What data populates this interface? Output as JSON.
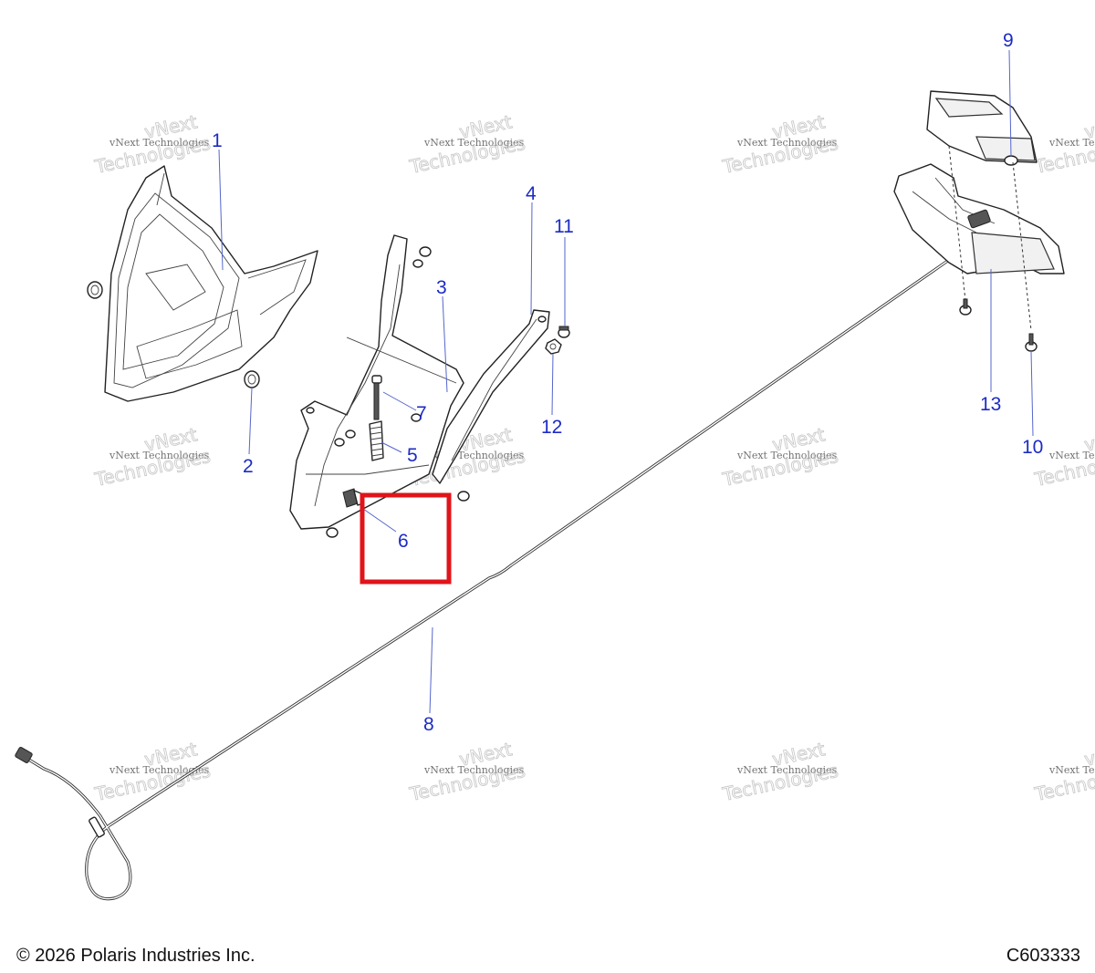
{
  "copyright": "© 2026 Polaris Industries Inc.",
  "diagram_code": "C603333",
  "watermark": {
    "line1": "vNext Technologies",
    "line2": "vNext",
    "line3": "Technologies"
  },
  "callouts": [
    {
      "id": "1",
      "label": "1"
    },
    {
      "id": "2",
      "label": "2"
    },
    {
      "id": "3",
      "label": "3"
    },
    {
      "id": "4",
      "label": "4"
    },
    {
      "id": "5",
      "label": "5"
    },
    {
      "id": "6",
      "label": "6"
    },
    {
      "id": "7",
      "label": "7"
    },
    {
      "id": "8",
      "label": "8"
    },
    {
      "id": "9",
      "label": "9"
    },
    {
      "id": "10",
      "label": "10"
    },
    {
      "id": "11",
      "label": "11"
    },
    {
      "id": "12",
      "label": "12"
    },
    {
      "id": "13",
      "label": "13"
    }
  ],
  "highlighted_callout": "6",
  "colors": {
    "callout": "#1c2bc4",
    "highlight": "#e0141b",
    "line_art": "#222222"
  }
}
